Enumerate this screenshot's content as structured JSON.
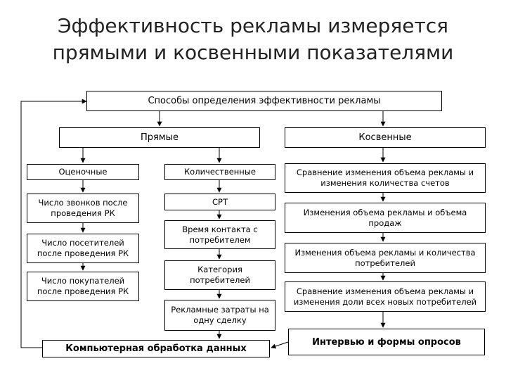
{
  "title": "Эффективность рекламы измеряется прямыми и косвенными показателями",
  "nodes": {
    "root": "Способы определения эффективности рекламы",
    "direct": "Прямые",
    "indirect": "Косвенные",
    "evaluative": "Оценочные",
    "quantitative": "Количественные",
    "calls": "Число звонков после проведения РК",
    "visitors": "Число посетителей после проведения РК",
    "buyers": "Число покупателей после проведения РК",
    "cpt": "CPT",
    "contact_time": "Время контакта с потребителем",
    "category": "Категория потребителей",
    "costs": "Рекламные затраты на одну сделку",
    "computer": "Компьютерная обработка данных",
    "ind1": "Сравнение изменения объема рекламы и изменения количества счетов",
    "ind2": "Изменения объема рекламы и объема продаж",
    "ind3": "Изменения объема рекламы и количества потребителей",
    "ind4": "Сравнение изменения объема рекламы и изменения доли всех новых потребителей",
    "interview": "Интервью и формы опросов"
  }
}
